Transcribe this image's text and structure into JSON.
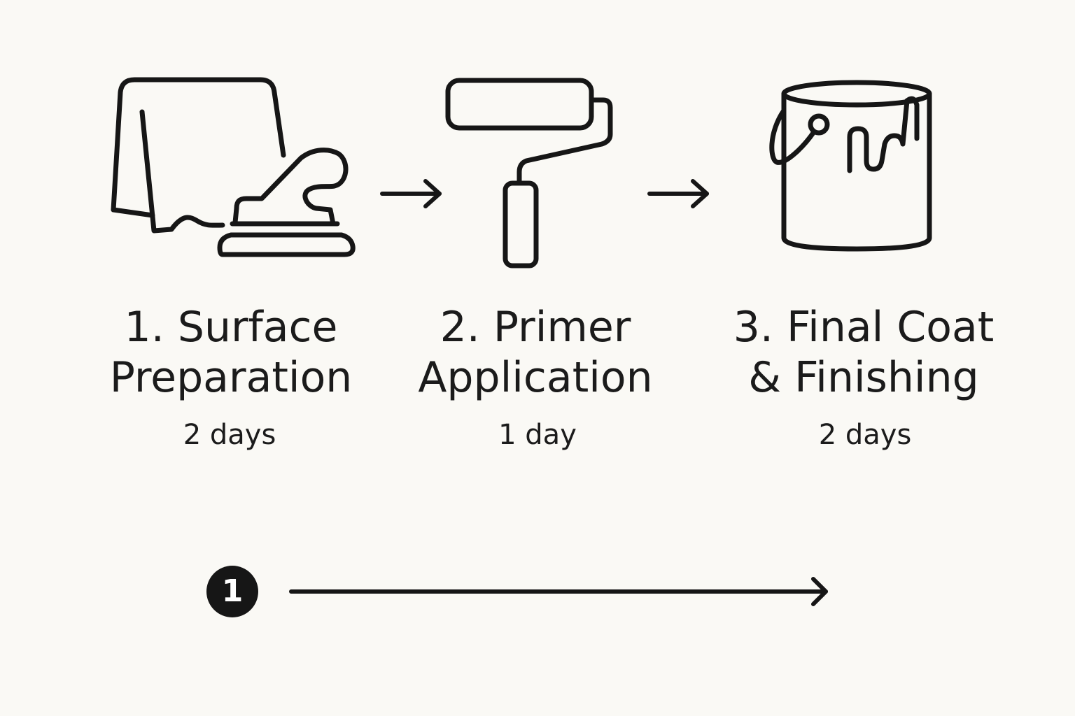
{
  "steps": [
    {
      "icon": "sanding-icon",
      "title_line1": "1. Surface",
      "title_line2": "Preparation",
      "duration": "2 days"
    },
    {
      "icon": "paint-roller-icon",
      "title_line1": "2. Primer",
      "title_line2": "Application",
      "duration": "1 day"
    },
    {
      "icon": "paint-can-icon",
      "title_line1": "3. Final Coat",
      "title_line2": "& Finishing",
      "duration": "2 days"
    }
  ],
  "timeline": {
    "marker_label": "1"
  },
  "colors": {
    "background": "#faf9f5",
    "ink": "#1b1b1b"
  }
}
